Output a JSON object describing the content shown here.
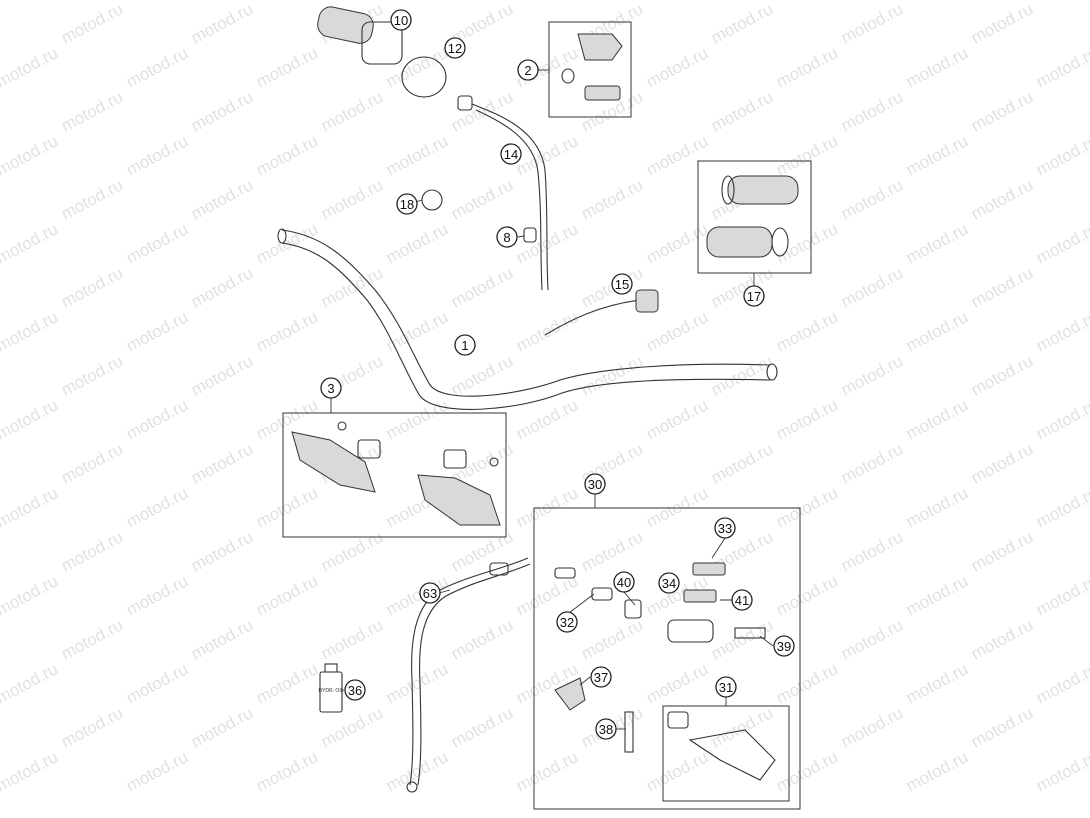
{
  "watermark": "motod.ru",
  "callouts": [
    {
      "id": "c1",
      "label": "1"
    },
    {
      "id": "c2",
      "label": "2"
    },
    {
      "id": "c3",
      "label": "3"
    },
    {
      "id": "c8",
      "label": "8"
    },
    {
      "id": "c10",
      "label": "10"
    },
    {
      "id": "c12",
      "label": "12"
    },
    {
      "id": "c14",
      "label": "14"
    },
    {
      "id": "c15",
      "label": "15"
    },
    {
      "id": "c17",
      "label": "17"
    },
    {
      "id": "c18",
      "label": "18"
    },
    {
      "id": "c30",
      "label": "30"
    },
    {
      "id": "c31",
      "label": "31"
    },
    {
      "id": "c32",
      "label": "32"
    },
    {
      "id": "c33",
      "label": "33"
    },
    {
      "id": "c34",
      "label": "34"
    },
    {
      "id": "c36",
      "label": "36"
    },
    {
      "id": "c37",
      "label": "37"
    },
    {
      "id": "c38",
      "label": "38"
    },
    {
      "id": "c39",
      "label": "39"
    },
    {
      "id": "c40",
      "label": "40"
    },
    {
      "id": "c41",
      "label": "41"
    },
    {
      "id": "c63",
      "label": "63"
    }
  ],
  "oil_bottle_label": "HYDR. OIL"
}
